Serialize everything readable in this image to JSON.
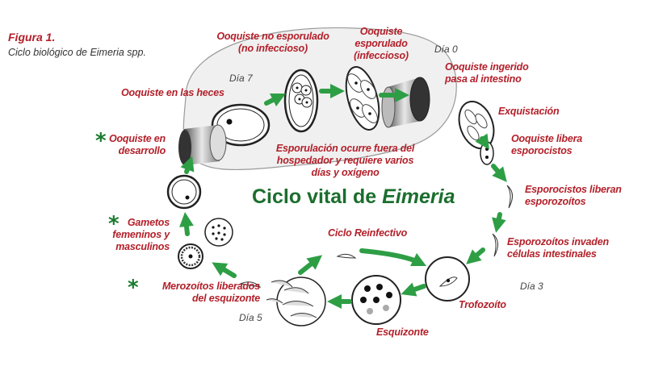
{
  "figure": {
    "label": "Figura 1.",
    "caption": "Ciclo biológico de Eimeria spp."
  },
  "title": {
    "prefix": "Ciclo vital de ",
    "emphasis": "Eimeria"
  },
  "days": {
    "day0": "Día 0",
    "day3": "Día 3",
    "day5": "Día 5",
    "day7": "Día 7"
  },
  "stages": {
    "ooquiste_no_esporulado": [
      "Ooquiste no esporulado",
      "(no infeccioso)"
    ],
    "ooquiste_esporulado": [
      "Ooquiste",
      "esporulado",
      "(infeccioso)"
    ],
    "ooquiste_ingerido": [
      "Ooquiste ingerido",
      "pasa al intestino"
    ],
    "exquistacion": [
      "Exquistación"
    ],
    "libera_esporocistos": [
      "Ooquiste libera",
      "esporocistos"
    ],
    "esporocistos_liberan": [
      "Esporocistos liberan",
      "esporozoítos"
    ],
    "esporozoitos_invaden": [
      "Esporozoítos invaden",
      "células intestinales"
    ],
    "trofozoito": [
      "Trofozoíto"
    ],
    "esquizonte": [
      "Esquizonte"
    ],
    "merozoitos": [
      "Merozoítos liberados",
      "del esquizonte"
    ],
    "gametos": [
      "Gametos",
      "femeninos y",
      "masculinos"
    ],
    "ooquiste_desarrollo": [
      "Ooquiste en",
      "desarrollo"
    ],
    "ooquiste_heces": [
      "Ooquiste en las heces"
    ],
    "esporulacion": [
      "Esporulación ocurre fuera del",
      "hospedador y requiere varios",
      "días y oxígeno"
    ],
    "ciclo_reinfectivo": [
      "Ciclo Reinfectivo"
    ]
  },
  "markers": {
    "asterisk": "*"
  },
  "colors": {
    "label_red": "#b3202a",
    "arrow_green": "#2e9e45",
    "title_green": "#1b6e2d",
    "blob_fill": "#f0f0f0",
    "blob_stroke": "#9a9a9a"
  }
}
